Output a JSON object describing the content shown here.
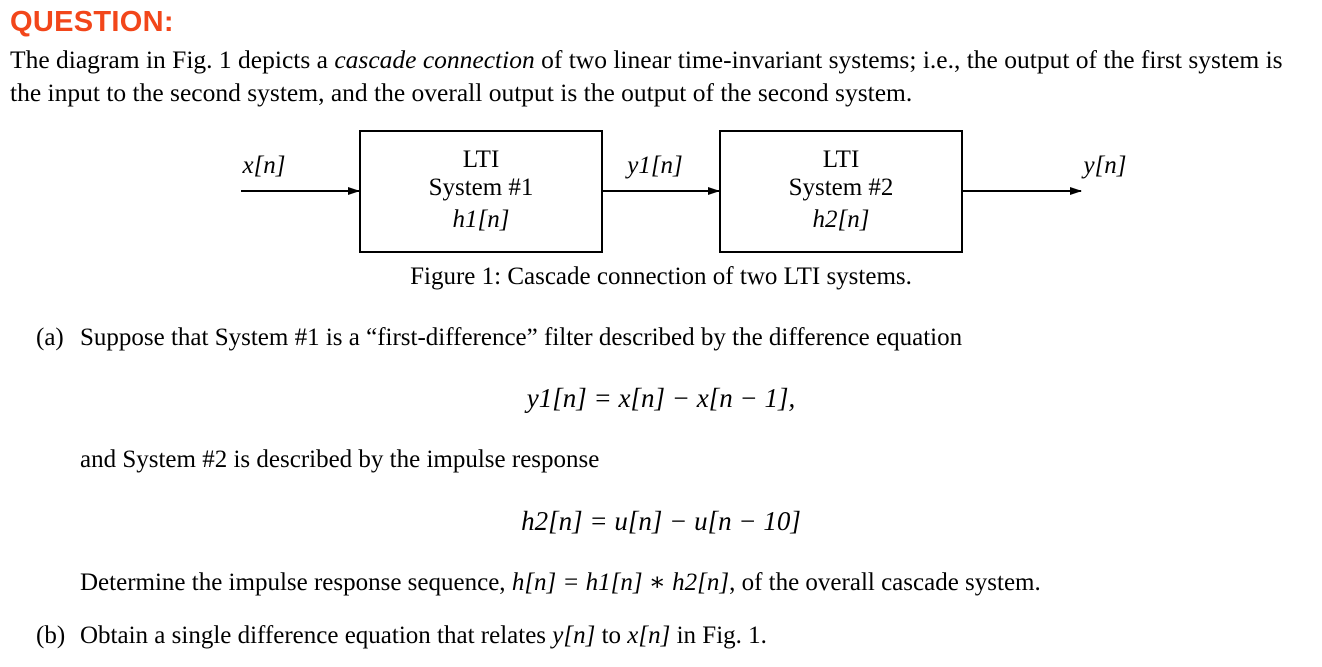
{
  "heading": "QUESTION:",
  "intro": {
    "before": "The diagram in Fig. 1 depicts a ",
    "emph": "cascade connection",
    "after": " of two linear time-invariant systems; i.e., the output of the first system is the input to the second system, and the overall output is the output of the second system."
  },
  "diagram": {
    "input_label": "x[n]",
    "mid_label": "y1[n]",
    "output_label": "y[n]",
    "box1": {
      "line1": "LTI",
      "line2": "System #1",
      "line3": "h1[n]"
    },
    "box2": {
      "line1": "LTI",
      "line2": "System #2",
      "line3": "h2[n]"
    }
  },
  "caption": "Figure 1: Cascade connection of two LTI systems.",
  "part_a": {
    "marker": "(a)",
    "text1": "Suppose that System #1 is a “first-difference” filter described by the difference equation",
    "eq1": "y1[n] = x[n] − x[n − 1],",
    "text2": "and System #2 is described by the impulse response",
    "eq2": "h2[n] = u[n] − u[n − 10]",
    "text3_before": "Determine the impulse response sequence, ",
    "text3_math": "h[n] = h1[n] ∗ h2[n]",
    "text3_after": ", of the overall cascade system."
  },
  "part_b": {
    "marker": "(b)",
    "before": "Obtain a single difference equation that relates ",
    "math1": "y[n]",
    "middle": " to ",
    "math2": "x[n]",
    "after": " in Fig. 1."
  }
}
